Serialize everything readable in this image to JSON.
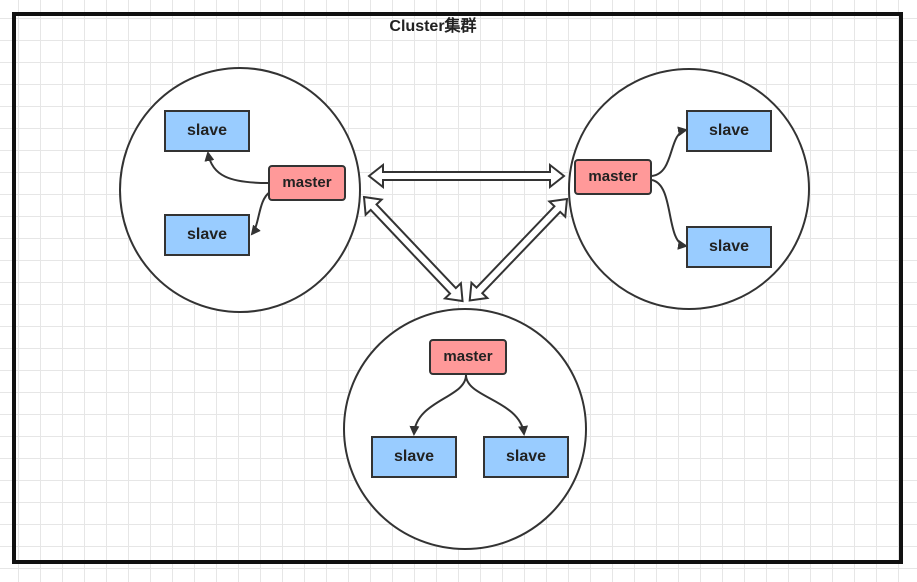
{
  "title": "Cluster集群",
  "groups": [
    {
      "master": "master",
      "slaves": [
        "slave",
        "slave"
      ]
    },
    {
      "master": "master",
      "slaves": [
        "slave",
        "slave"
      ]
    },
    {
      "master": "master",
      "slaves": [
        "slave",
        "slave"
      ]
    }
  ],
  "colors": {
    "master_fill": "#ff9999",
    "slave_fill": "#99ccff",
    "stroke": "#333333",
    "grid": "#e6e6e6"
  }
}
